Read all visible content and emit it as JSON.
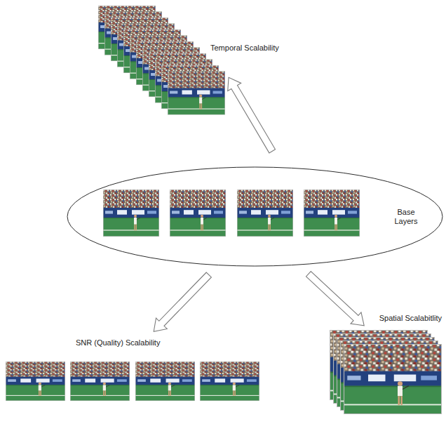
{
  "diagram": {
    "nodes": [
      {
        "text": [
          "Temporal Scalability"
        ]
      },
      {
        "text": [
          "Base Layers"
        ]
      },
      {
        "text": [
          "SNR (Quality) Scalability"
        ]
      },
      {
        "text": [
          "Spatial Scalabitlity"
        ]
      }
    ],
    "edges": [
      {
        "from": 1,
        "to": 0,
        "arrow": "to"
      },
      {
        "from": 1,
        "to": 2,
        "arrow": "to"
      },
      {
        "from": 1,
        "to": 3,
        "arrow": "to"
      }
    ]
  }
}
